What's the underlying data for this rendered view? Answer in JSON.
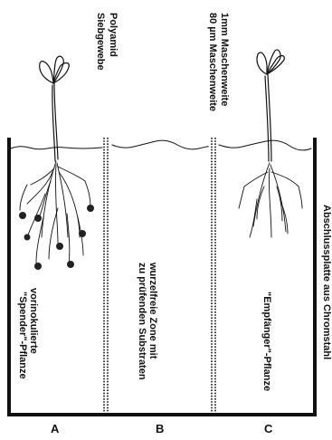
{
  "labels": {
    "polyamid": "Polyamid",
    "siebgewebe": "Siebgewebe",
    "mesh1": "1mm Maschenweite",
    "mesh2": "80 µm Maschenweite",
    "abschluss": "Abschlussplatte aus Chromstahl",
    "a_line1": "vorinokulierte",
    "a_line2": "\"Spender\"-Pflanze",
    "b_line1": "wurzelfreie Zone mit",
    "b_line2": "zu prüfenden Substraten",
    "c_line1": "\"Empfänger\"-Pflanze"
  },
  "compartments": [
    "A",
    "B",
    "C"
  ],
  "colors": {
    "ink": "#111111",
    "background": "#ffffff"
  }
}
